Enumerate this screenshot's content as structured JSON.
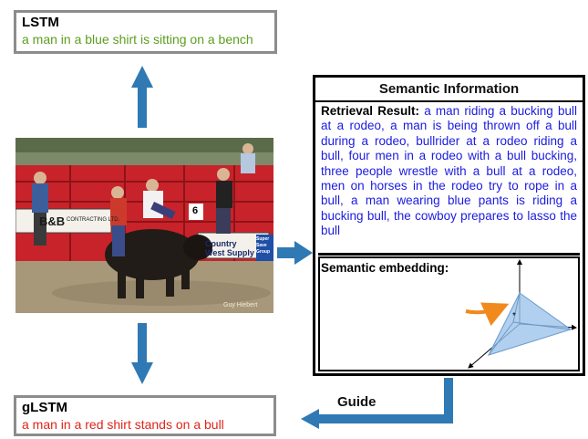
{
  "lstm": {
    "title": "LSTM",
    "caption": "a man in a blue shirt is sitting on a bench"
  },
  "glstm": {
    "title": "gLSTM",
    "caption": "a man in a red shirt stands on a bull"
  },
  "semantic": {
    "header": "Semantic Information",
    "retrieval_label": "Retrieval Result:",
    "retrieval_text": "a man riding a bucking bull at a rodeo, a man is being thrown off a bull during a rodeo, bullrider at a rodeo riding a bull, four men in a rodeo with a bull bucking, three people wrestle with a bull at a rodeo, men on horses in the rodeo try to rope in a bull, a man wearing blue pants is riding a bucking bull, the cowboy prepares to lasso the bull",
    "embedding_label": "Semantic embedding:"
  },
  "guide_label": "Guide",
  "photo": {
    "sign_left": "B&B",
    "sign_left_sub": "CONTRACTING LTD.",
    "sign_right": "Country West Supply",
    "badge": "Super Save Group",
    "gate_number": "6",
    "watermark": "Guy Hiebert"
  },
  "colors": {
    "arrow": "#2f79b4",
    "caption_lstm": "#5c9e1e",
    "caption_glstm": "#e0241a",
    "retrieval_text": "#1b1be0",
    "embedding_fill": "#9ec3ea",
    "embedding_pointer": "#f08a1c"
  }
}
